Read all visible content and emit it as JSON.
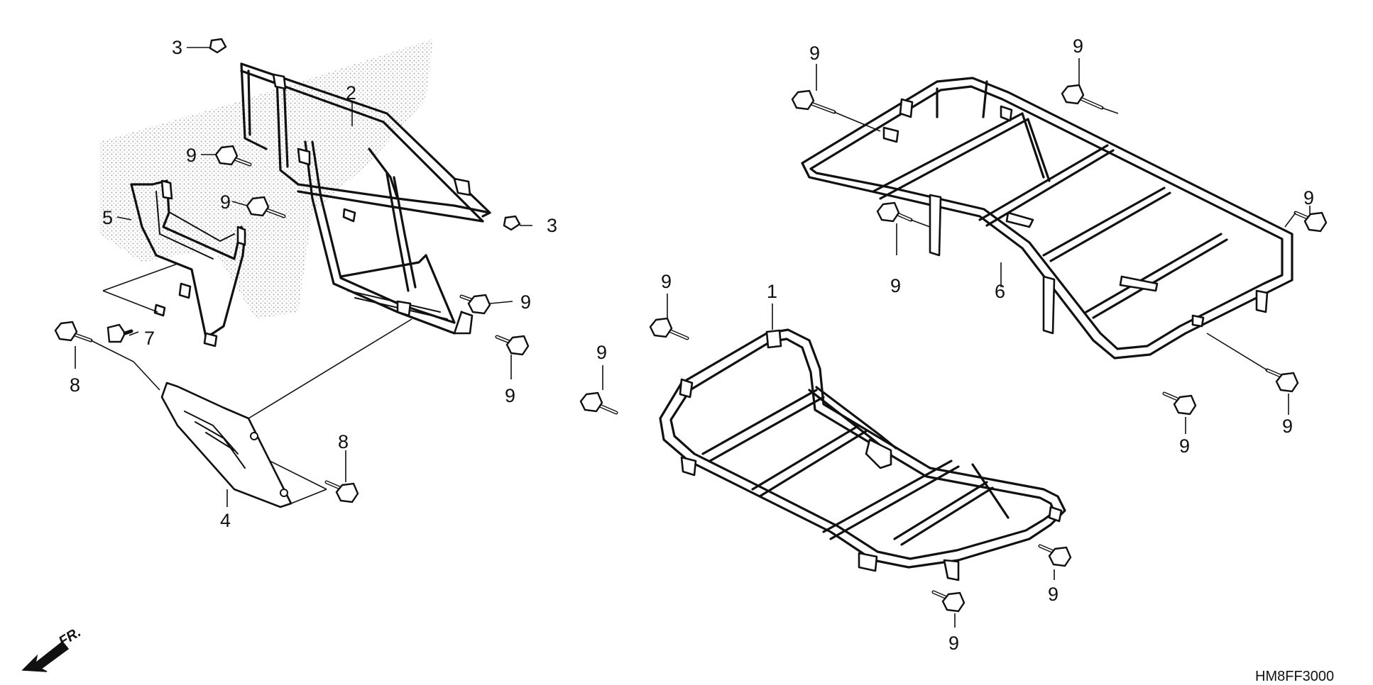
{
  "diagram": {
    "callouts": [
      {
        "id": "c3a",
        "label": "3"
      },
      {
        "id": "c2",
        "label": "2"
      },
      {
        "id": "c9a",
        "label": "9"
      },
      {
        "id": "c9b",
        "label": "9"
      },
      {
        "id": "c5",
        "label": "5"
      },
      {
        "id": "c3b",
        "label": "3"
      },
      {
        "id": "c7",
        "label": "7"
      },
      {
        "id": "c8a",
        "label": "8"
      },
      {
        "id": "c9c",
        "label": "9"
      },
      {
        "id": "c9d",
        "label": "9"
      },
      {
        "id": "c8b",
        "label": "8"
      },
      {
        "id": "c4",
        "label": "4"
      },
      {
        "id": "c9e",
        "label": "9"
      },
      {
        "id": "c9f",
        "label": "9"
      },
      {
        "id": "c1",
        "label": "1"
      },
      {
        "id": "c9g",
        "label": "9"
      },
      {
        "id": "c9h",
        "label": "9"
      },
      {
        "id": "c9i",
        "label": "9"
      },
      {
        "id": "c9j",
        "label": "9"
      },
      {
        "id": "c6",
        "label": "6"
      },
      {
        "id": "c9k",
        "label": "9"
      },
      {
        "id": "c9l",
        "label": "9"
      },
      {
        "id": "c9m",
        "label": "9"
      },
      {
        "id": "c9n",
        "label": "9"
      }
    ],
    "direction_label": "FR.",
    "diagram_code": "HM8FF3000"
  }
}
